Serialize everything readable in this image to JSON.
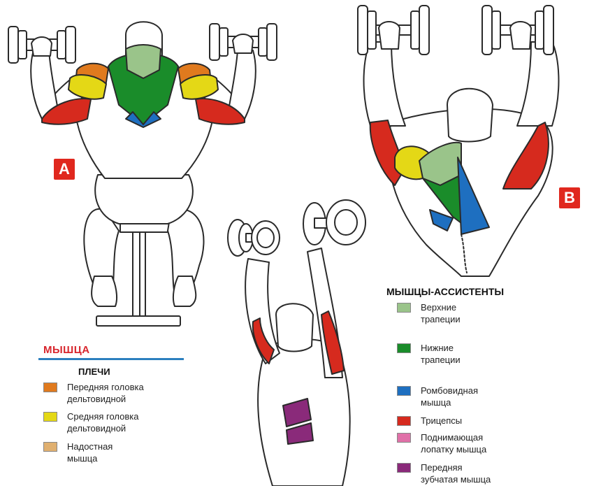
{
  "badges": {
    "a": "A",
    "b": "B"
  },
  "legend": {
    "title": "МЫШЦА",
    "subtitle": "ПЛЕЧИ",
    "items": [
      {
        "label": "Передняя головка\nдельтовидной",
        "color": "#e07a1e"
      },
      {
        "label": "Средняя головка\nдельтовидной",
        "color": "#e4d816"
      },
      {
        "label": "Надостная\nмышца",
        "color": "#e0b070"
      }
    ]
  },
  "assistants": {
    "title": "МЫШЦЫ-АССИСТЕНТЫ",
    "items": [
      {
        "label": "Верхние\nтрапеции",
        "color": "#9ac48a"
      },
      {
        "label": "Нижние\nтрапеции",
        "color": "#1a8c2a"
      },
      {
        "label": "Ромбовидная\nмышца",
        "color": "#1e6fc0"
      },
      {
        "label": "Трицепсы",
        "color": "#d62a1e"
      },
      {
        "label": "Поднимающая\nлопатку мышца",
        "color": "#e070a8"
      },
      {
        "label": "Передняя\nзубчатая мышца",
        "color": "#8a2a7a"
      }
    ]
  },
  "colors": {
    "outline": "#2a2a2a",
    "dumbbell": "#ffffff",
    "deltoid_front": "#e07a1e",
    "deltoid_mid": "#e4d816",
    "trap_upper": "#9ac48a",
    "trap_lower": "#1a8c2a",
    "rhomboid": "#1e6fc0",
    "triceps": "#d62a1e",
    "serratus": "#8a2a7a"
  }
}
